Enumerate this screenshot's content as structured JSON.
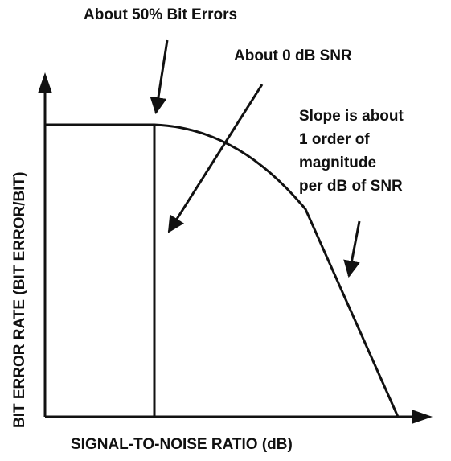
{
  "diagram": {
    "y_axis_label": "BIT ERROR RATE (BIT ERROR/BIT)",
    "x_axis_label": "SIGNAL-TO-NOISE RATIO (dB)",
    "annotations": {
      "bit_errors": "About 50% Bit Errors",
      "zero_snr": "About 0 dB SNR",
      "slope": [
        "Slope is about",
        "1 order of",
        "magnitude",
        "per dB of SNR"
      ]
    },
    "colors": {
      "ink": "#111111",
      "background": "#ffffff"
    }
  }
}
